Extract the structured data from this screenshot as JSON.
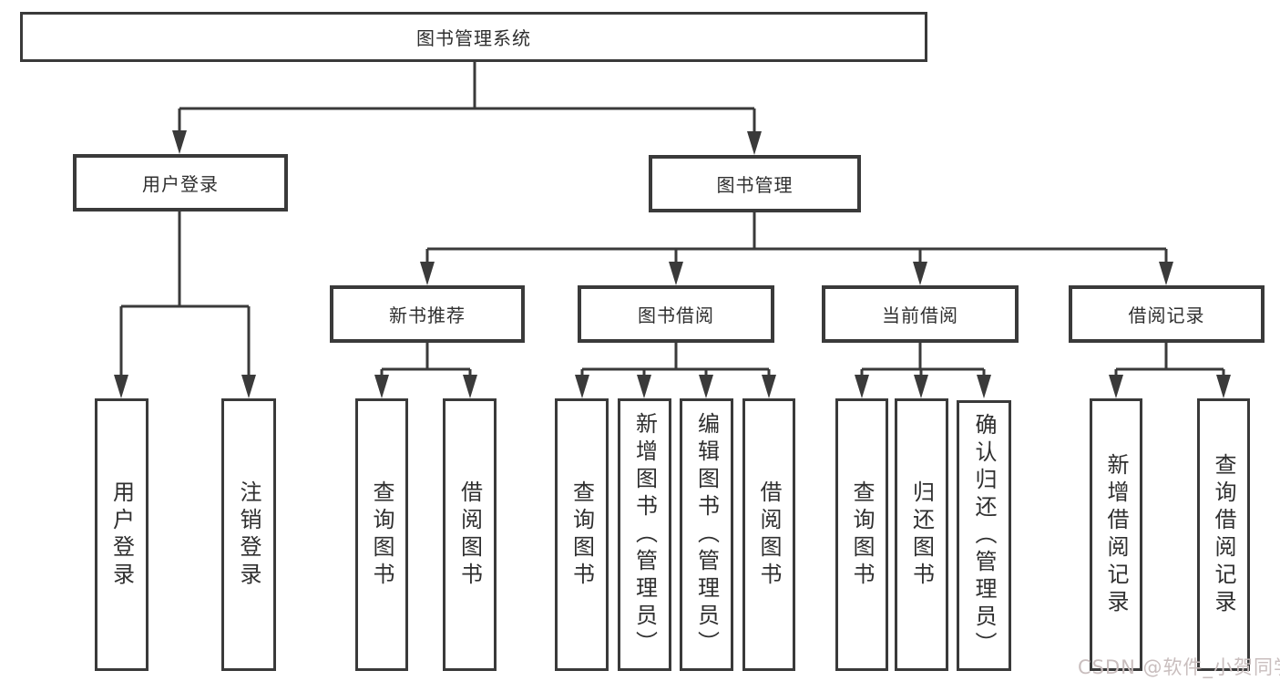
{
  "diagram": {
    "type": "org-tree",
    "title_node": "图书管理系统",
    "level2": {
      "user_login": "用户登录",
      "book_management": "图书管理"
    },
    "level3": {
      "new_book_recommend": "新书推荐",
      "book_borrow": "图书借阅",
      "current_borrow": "当前借阅",
      "borrow_record": "借阅记录"
    },
    "leaves": {
      "user_login": [
        "用户登录",
        "注销登录"
      ],
      "new_book_recommend": [
        "查询图书",
        "借阅图书"
      ],
      "book_borrow": [
        "查询图书",
        "新增图书（管理员）",
        "编辑图书（管理员）",
        "借阅图书"
      ],
      "current_borrow": [
        "查询图书",
        "归还图书",
        "确认归还（管理员）"
      ],
      "borrow_record": [
        "新增借阅记录",
        "查询借阅记录"
      ]
    },
    "colors": {
      "line": "#3a3a3a",
      "text": "#2f2f2f",
      "background": "#ffffff",
      "watermark": "#c9bebe"
    }
  },
  "watermark": "CSDN @软件_小贺同学"
}
